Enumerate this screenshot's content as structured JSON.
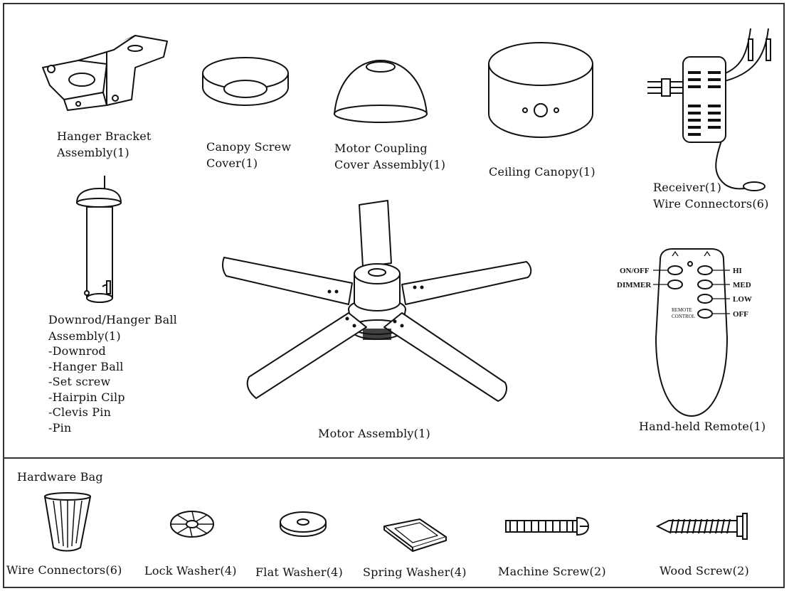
{
  "parts": {
    "hanger_bracket": [
      "Hanger Bracket",
      "Assembly(1)"
    ],
    "canopy_screw_cover": [
      "Canopy Screw",
      "Cover(1)"
    ],
    "motor_coupling_cover": [
      "Motor Coupling",
      "Cover Assembly(1)"
    ],
    "ceiling_canopy": "Ceiling Canopy(1)",
    "receiver": [
      "Receiver(1)",
      "Wire Connectors(6)"
    ],
    "downrod": {
      "title": [
        "Downrod/Hanger Ball",
        "Assembly(1)"
      ],
      "components": [
        "-Downrod",
        "-Hanger Ball",
        "-Set screw",
        "-Hairpin Cilp",
        "-Clevis Pin",
        "-Pin"
      ]
    },
    "motor_assembly": "Motor Assembly(1)",
    "remote": {
      "label": "Hand-held Remote(1)",
      "buttons": {
        "on_off": "ON/OFF",
        "dimmer": "DIMMER",
        "hi": "HI",
        "med": "MED",
        "low": "LOW",
        "off": "OFF"
      },
      "imprint": [
        "REMOTE",
        "CONTROL"
      ]
    }
  },
  "hardware_bag": {
    "title": "Hardware Bag",
    "items": {
      "wire_connectors": "Wire Connectors(6)",
      "lock_washer": "Lock Washer(4)",
      "flat_washer": "Flat Washer(4)",
      "spring_washer": "Spring Washer(4)",
      "machine_screw": "Machine Screw(2)",
      "wood_screw": "Wood Screw(2)"
    }
  }
}
